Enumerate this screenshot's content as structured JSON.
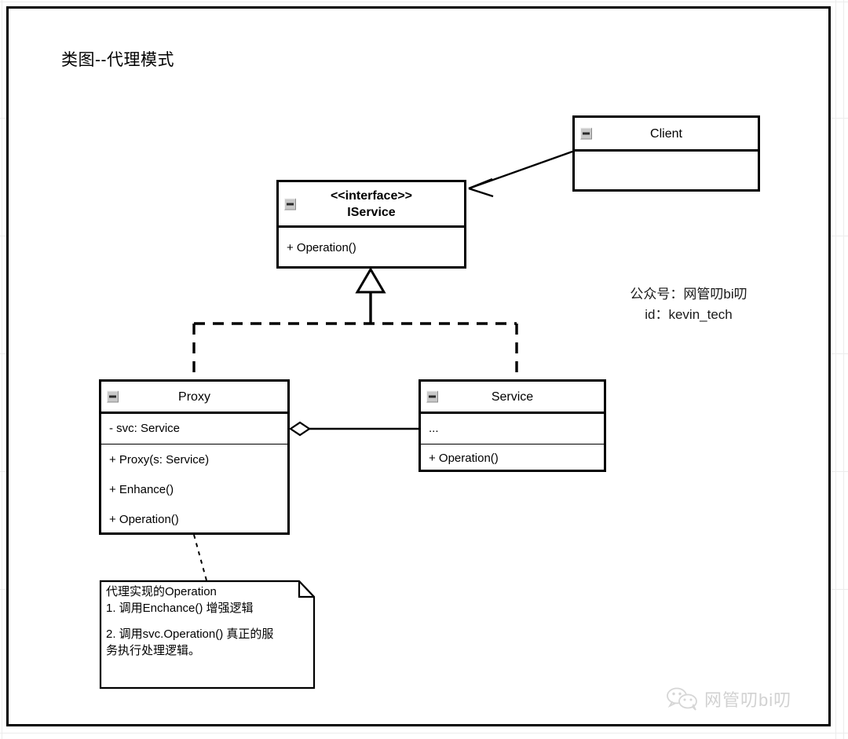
{
  "diagram": {
    "title": "类图--代理模式",
    "type": "uml-class-diagram"
  },
  "classes": {
    "client": {
      "name": "Client",
      "collapse_icon": "collapse-minus-icon",
      "attributes": [],
      "methods": []
    },
    "iservice": {
      "stereotype": "<<interface>>",
      "name": "IService",
      "collapse_icon": "collapse-minus-icon",
      "methods": [
        "+ Operation()"
      ]
    },
    "proxy": {
      "name": "Proxy",
      "collapse_icon": "collapse-minus-icon",
      "attributes": [
        "- svc: Service"
      ],
      "methods": [
        "+ Proxy(s: Service)",
        "+ Enhance()",
        "+ Operation()"
      ]
    },
    "service": {
      "name": "Service",
      "collapse_icon": "collapse-minus-icon",
      "attributes": [
        "..."
      ],
      "methods": [
        "+ Operation()"
      ]
    }
  },
  "note": {
    "title": "代理实现的Operation",
    "line1": "1. 调用Enchance() 增强逻辑",
    "line2": "2. 调用svc.Operation() 真正的服",
    "line3": "务执行处理逻辑。"
  },
  "watermark": {
    "account_line": "公众号：网管叨bi叨",
    "id_line": "id：kevin_tech",
    "footer_label": "网管叨bi叨",
    "footer_icon": "wechat-logo-icon"
  },
  "relations": {
    "client_to_iservice": "association-arrow",
    "proxy_realizes_iservice": "realization-dashed-triangle",
    "service_realizes_iservice": "realization-dashed-triangle",
    "proxy_aggregates_service": "aggregation-hollow-diamond",
    "proxy_to_note": "note-anchor-dashed"
  },
  "colors": {
    "stroke": "#000000",
    "background": "#ffffff",
    "icon_fill": "#c8c8c8",
    "grid": "#ececec",
    "watermark": "#6b6b6b"
  }
}
